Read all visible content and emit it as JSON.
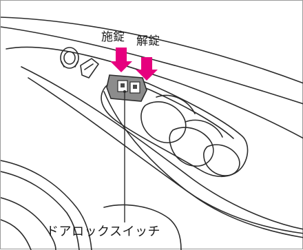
{
  "labels": {
    "lock": "施錠",
    "unlock": "解錠",
    "switch": "ドアロックスイッチ"
  },
  "icons": {
    "lock_arrow": "arrow-down-icon",
    "unlock_arrow": "arrow-down-icon"
  },
  "colors": {
    "arrow": "#e6007e",
    "line": "#2b2b2b",
    "switch_fill": "#8c8c8c"
  }
}
